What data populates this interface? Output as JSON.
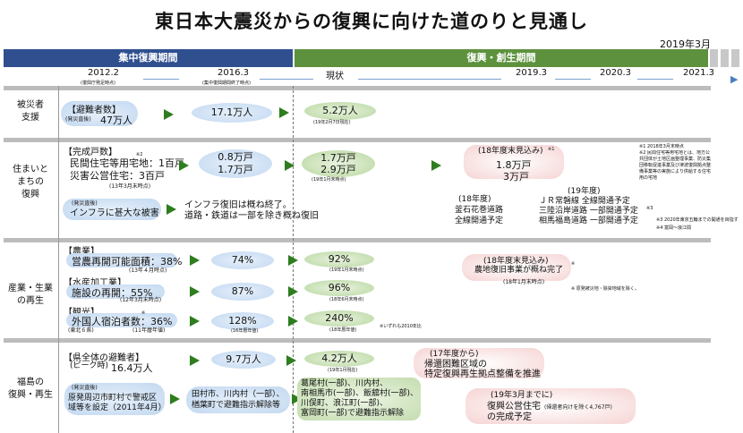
{
  "title": "東日本大震災からの復興に向けた道のりと見通し",
  "date": "2019年3月",
  "phases": {
    "intensive": "集中復興期間",
    "revitalization": "復興・創生期間"
  },
  "timeline": {
    "t1": "2012.2",
    "t1_sub": "(復興庁発足時点)",
    "t2": "2016.3",
    "t2_sub": "(集中復興期間終了時点)",
    "t3": "現状",
    "t4": "2019.3",
    "t5": "2020.3",
    "t6": "2021.3"
  },
  "colors": {
    "intensive": "#2f4f8f",
    "revitalization": "#5e913d",
    "arrow": "#2e7d1f",
    "axis": "#7ba3cf"
  },
  "sections": {
    "evacuee": {
      "label": "被災者\n支援",
      "head": "【避難者数】",
      "pre": "(発災直後)",
      "v1": "47万人",
      "v2": "17.1万人",
      "v3": "5.2万人",
      "v3_note": "(19年2月7日現在)"
    },
    "housing": {
      "label": "住まいと\nまちの\n復興",
      "head": "【完成戸数】",
      "row1": "民間住宅等用宅地：1百戸",
      "row2": "災害公営住宅：3百戸",
      "mark1": "※2",
      "note1": "(13年3月末時点)",
      "v2a": "0.8万戸",
      "v2b": "1.7万戸",
      "v3a": "1.7万戸",
      "v3b": "2.9万戸",
      "v3_note": "(19年1月末時点)",
      "plan_head": "(18年度末見込み)",
      "plan_mark": "※1",
      "plan_a": "1.8万戸",
      "plan_b": "3万戸",
      "foot1": "※1 2018年3月末時点",
      "foot2": "※2 民間住宅等用宅地とは、地方公共団体が土地区画整理事業、防災集団移転促進事業及び津波復興拠点整備事業等の実施により供給する住宅用の宅地",
      "infra_pre": "(発災直後)",
      "infra_1": "インフラに甚大な被害",
      "infra_2": "インフラ復旧は概ね終了。",
      "infra_3": "道路・鉄道は一部を除き概ね復旧",
      "fy18_head": "(18年度)",
      "fy18_a": "釜石花巻道路",
      "fy18_b": "全線開通予定",
      "fy19_head": "(19年度)",
      "fy19_a": "ＪＲ常磐線 全線開通予定",
      "fy19_b": "三陸沿岸道路 一部開通予定",
      "fy19_c": "相馬福島道路 一部開通予定",
      "fy19_mark": "※3",
      "foot3": "※3 2020年東京五輪までの開通を目指す",
      "foot4": "※4 富岡〜浪江間"
    },
    "industry": {
      "label": "産業・生業\nの再生",
      "agri_head": "【農業】",
      "agri": "営農再開可能面積：38%",
      "agri_note": "(13年４月時点)",
      "agri_v2": "74%",
      "agri_v3": "92%",
      "agri_v3_note": "(19年1月末時点)",
      "agri_plan_head": "(18年度末見込み)",
      "agri_plan": "農地復旧事業が概ね完了",
      "agri_plan_mark": "※",
      "agri_plan_note": "(18年1月末時点)",
      "agri_foot": "※ 原発被災地・除染地域を除く。",
      "fish_head": "【水産加工業】",
      "fish": "施設の再開：55%",
      "fish_note": "(12年3月末時点)",
      "fish_v2": "87%",
      "fish_v3": "96%",
      "fish_v3_note": "(18年6月末時点)",
      "tour_head": "【観光】",
      "tour": "外国人宿泊者数：36%",
      "tour_mark": "※",
      "tour_pre": "(東北６県)",
      "tour_note": "(11年暦年値)",
      "tour_v2": "128%",
      "tour_v2_note": "(16年暦年値)",
      "tour_v3": "240%",
      "tour_v3_note": "(18年暦年値)",
      "tour_foot": "※いずれも2010年比"
    },
    "fukushima": {
      "label": "福島の\n復興・再生",
      "head": "【県全体の避難者】",
      "pre": "(ピーク時)",
      "v1": "16.4万人",
      "v2": "9.7万人",
      "v3": "4.2万人",
      "v3_note": "(19年1月現在)",
      "plan_head": "(17年度から)",
      "plan_a": "帰還困難区域の",
      "plan_b": "特定復興再生拠点整備を推進",
      "zone_pre": "(発災直後)",
      "zone_a": "原発周辺市町村で警戒区",
      "zone_b": "域等を設定（2011年4月）",
      "lift_a": "田村市、川内村（一部）、",
      "lift_b": "楢葉町で避難指示解除等",
      "now_a": "葛尾村(一部)、川内村、",
      "now_b": "南相馬市(一部)、飯舘村(一部)、",
      "now_c": "川俣町、浪江町(一部)、",
      "now_d": "富岡町(一部)で避難指示解除",
      "plan2_head": "(19年3月までに)",
      "plan2_a": "復興公営住宅",
      "plan2_paren": "(帰還者向けを除く4,767戸)",
      "plan2_b": "の完成予定"
    }
  }
}
